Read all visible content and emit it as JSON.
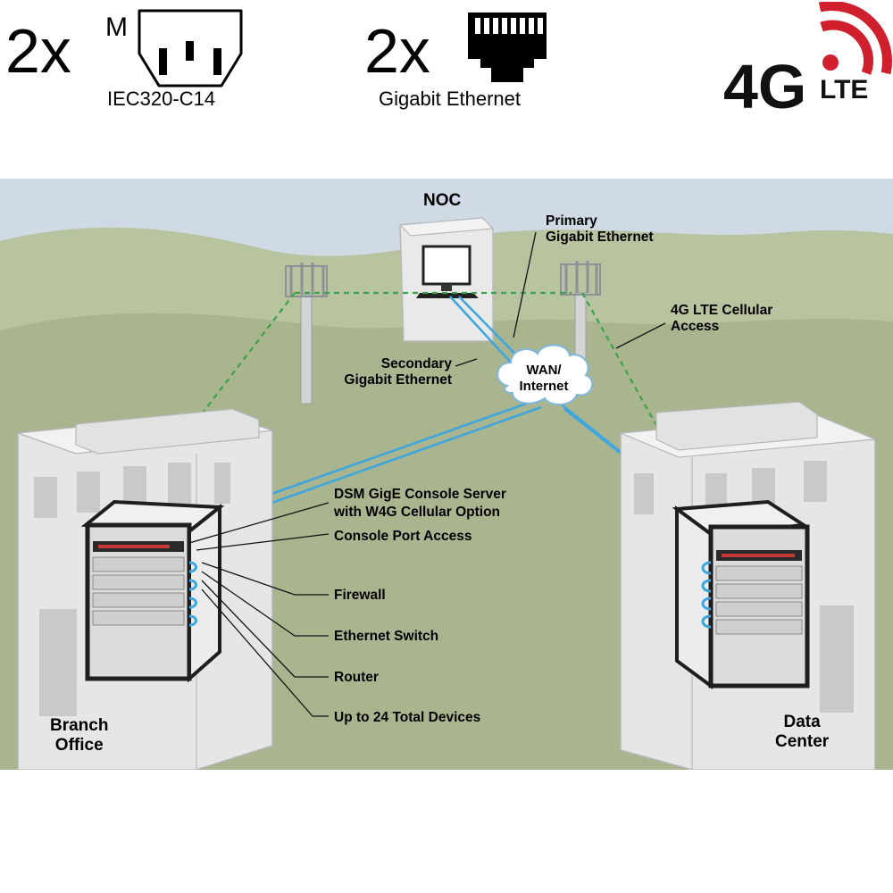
{
  "header": {
    "power_count": "2x",
    "power_gender": "M",
    "power_connector": "IEC320-C14",
    "eth_count": "2x",
    "eth_label": "Gigabit Ethernet",
    "lte_prefix": "4G",
    "lte_suffix": "LTE"
  },
  "diagram": {
    "noc_label": "NOC",
    "primary_label": [
      "Primary",
      "Gigabit Ethernet"
    ],
    "lte_access_label": [
      "4G LTE Cellular",
      "Access"
    ],
    "secondary_label": [
      "Secondary",
      "Gigabit Ethernet"
    ],
    "wan_label": [
      "WAN/",
      "Internet"
    ],
    "device_labels": [
      "DSM GigE Console Server",
      "with W4G Cellular Option",
      "Console Port Access",
      "Firewall",
      "Ethernet Switch",
      "Router",
      "Up to 24 Total Devices"
    ],
    "branch_label": [
      "Branch",
      "Office"
    ],
    "datacenter_label": [
      "Data",
      "Center"
    ]
  },
  "colors": {
    "sky": "#cfdae4",
    "hills": "#a9b58f",
    "building": "#e6e6e6",
    "ethernet_link": "#3fa6de",
    "cellular_link": "#3aa24a",
    "lte_red": "#d0202e"
  }
}
